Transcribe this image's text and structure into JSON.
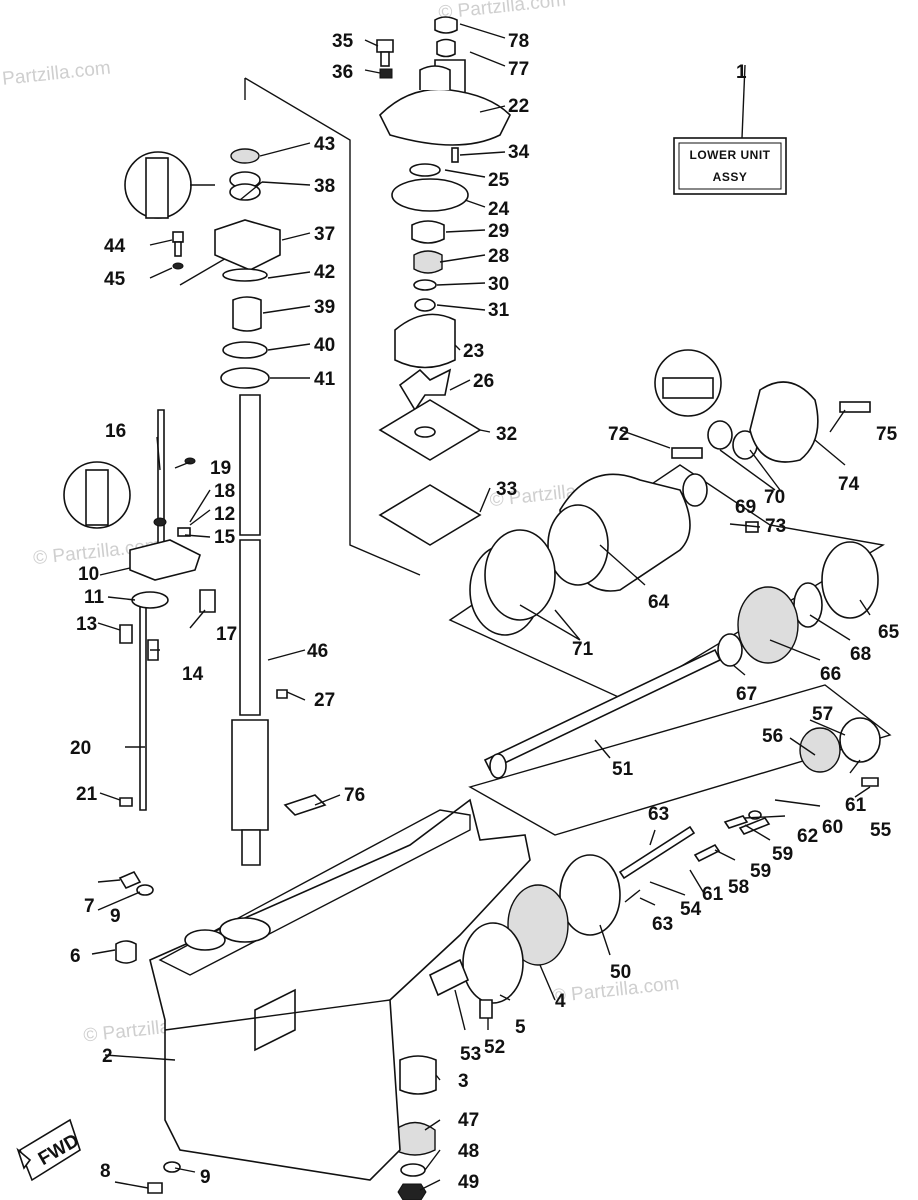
{
  "watermark": "© Partzilla.com",
  "assembly_label": {
    "line1": "LOWER UNIT",
    "line2": "ASSY",
    "ref": "1"
  },
  "direction_badge": "FWD",
  "callouts": {
    "c2": "2",
    "c3": "3",
    "c4": "4",
    "c5": "5",
    "c6": "6",
    "c7": "7",
    "c8": "8",
    "c9a": "9",
    "c9b": "9",
    "c10": "10",
    "c11": "11",
    "c12": "12",
    "c13": "13",
    "c14": "14",
    "c15": "15",
    "c16": "16",
    "c17": "17",
    "c18": "18",
    "c19": "19",
    "c20": "20",
    "c21": "21",
    "c22": "22",
    "c23": "23",
    "c24": "24",
    "c25": "25",
    "c26": "26",
    "c27": "27",
    "c28": "28",
    "c29": "29",
    "c30": "30",
    "c31": "31",
    "c32": "32",
    "c33": "33",
    "c34": "34",
    "c35": "35",
    "c36": "36",
    "c37": "37",
    "c38": "38",
    "c39": "39",
    "c40": "40",
    "c41": "41",
    "c42": "42",
    "c43": "43",
    "c44": "44",
    "c45": "45",
    "c46": "46",
    "c47": "47",
    "c48": "48",
    "c49": "49",
    "c50": "50",
    "c51": "51",
    "c52": "52",
    "c53": "53",
    "c54": "54",
    "c55": "55",
    "c56": "56",
    "c57": "57",
    "c58": "58",
    "c59a": "59",
    "c59b": "59",
    "c60": "60",
    "c61a": "61",
    "c61b": "61",
    "c62": "62",
    "c63a": "63",
    "c63b": "63",
    "c64": "64",
    "c65": "65",
    "c66": "66",
    "c67": "67",
    "c68": "68",
    "c69": "69",
    "c70": "70",
    "c71": "71",
    "c72": "72",
    "c73": "73",
    "c74": "74",
    "c75": "75",
    "c76": "76",
    "c77": "77",
    "c78": "78"
  }
}
